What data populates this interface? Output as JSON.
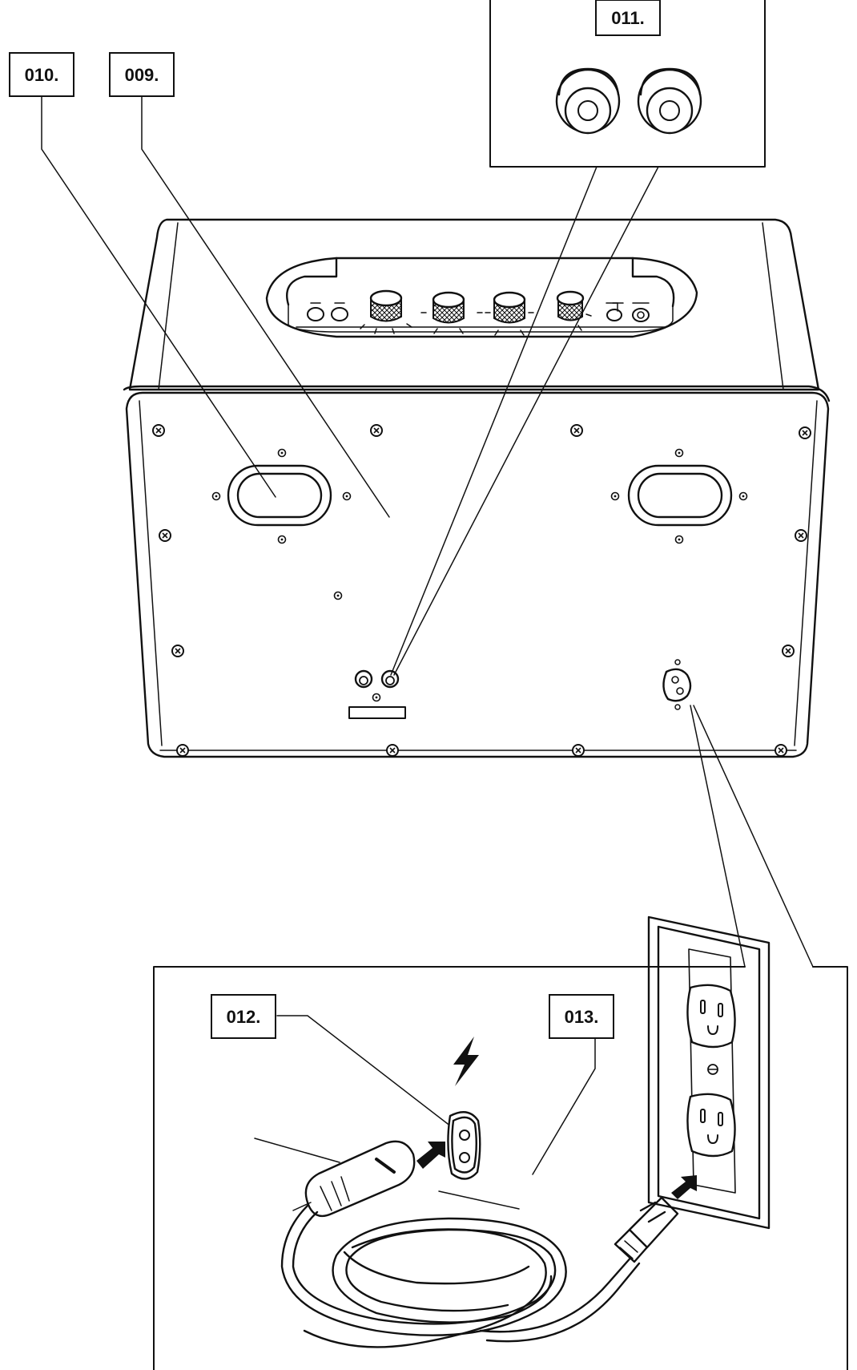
{
  "callouts": {
    "c009": "009.",
    "c010": "010.",
    "c011": "011.",
    "c012": "012.",
    "c013": "013."
  },
  "icons": {
    "power": "lightning-bolt-icon",
    "arrow": "insert-arrow-icon"
  },
  "colors": {
    "ink": "#111111",
    "paper": "#ffffff"
  }
}
